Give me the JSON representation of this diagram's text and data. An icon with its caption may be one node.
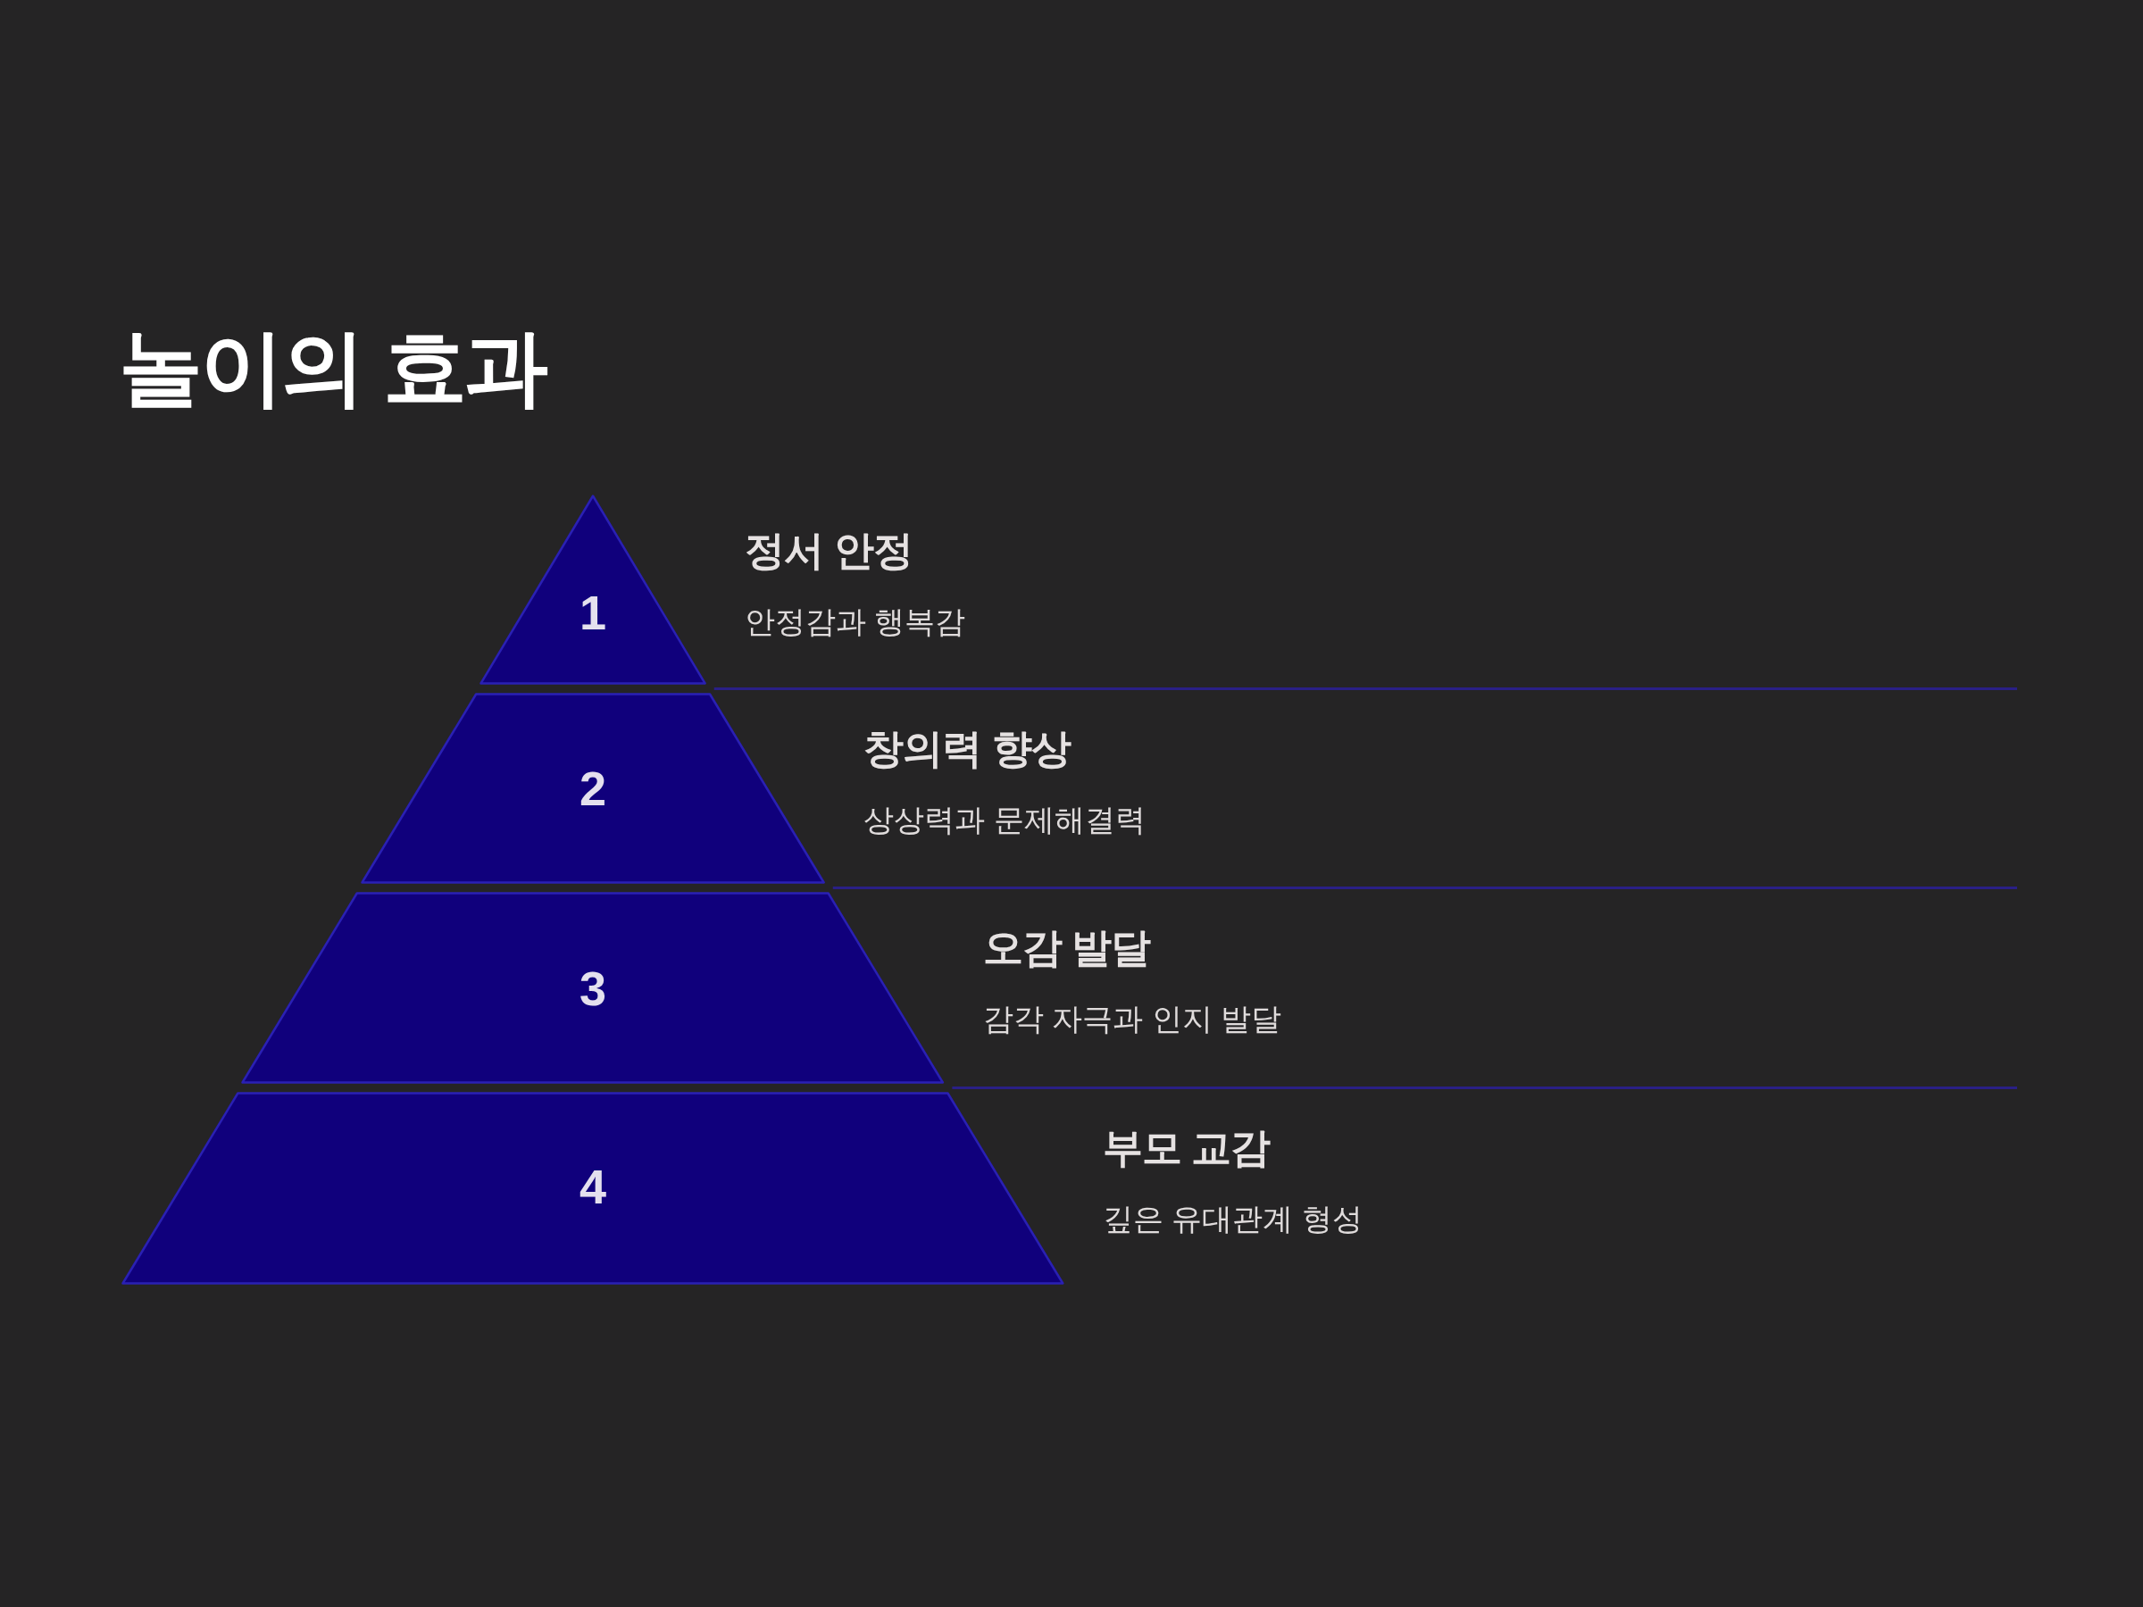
{
  "diagram": {
    "title": "놀이의 효과",
    "nodes": [
      {
        "text": [
          "1"
        ],
        "beside": [
          "정서 안정",
          "안정감과 행복감"
        ]
      },
      {
        "text": [
          "2"
        ],
        "beside": [
          "창의력 향상",
          "상상력과 문제해결력"
        ]
      },
      {
        "text": [
          "3"
        ],
        "beside": [
          "오감 발달",
          "감각 자극과 인지 발달"
        ]
      },
      {
        "text": [
          "4"
        ],
        "beside": [
          "부모 교감",
          "깊은 유대관계 형성"
        ]
      }
    ]
  }
}
